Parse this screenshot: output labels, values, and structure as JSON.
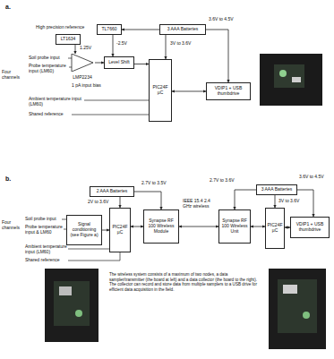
{
  "diagram": {
    "caption": "The wireless system consists of a maximum of two nodes, a data sampler/transmitter (the board at left) and a data collector (the board to the right). The collector can record and store data from multiple samplers to a USB drive for efficient data acquisition in the field.",
    "nodes": [
      {
        "text": [
          "LT1634"
        ]
      },
      {
        "text": [
          "TL7660"
        ]
      },
      {
        "text": [
          "3 AAA Batteries"
        ]
      },
      {
        "text": [
          "LMP2234"
        ]
      },
      {
        "text": [
          "Level Shift"
        ]
      },
      {
        "text": [
          "PIC24F µC"
        ]
      },
      {
        "text": [
          "VDIP1 + USB thumbdrive"
        ]
      },
      {
        "text": [
          "2 AAA Batteries"
        ]
      },
      {
        "text": [
          "Signal conditioning (see Figure a)"
        ]
      },
      {
        "text": [
          "PIC24F µC"
        ]
      },
      {
        "text": [
          "Synapse RF 100 Wireless Module"
        ]
      },
      {
        "text": [
          "Synapse RF 100 Wireless Unit"
        ]
      },
      {
        "text": [
          "3 AAA Batteries"
        ]
      },
      {
        "text": [
          "PIC24F µC"
        ]
      },
      {
        "text": [
          "VDIP1 + USB thumbdrive"
        ]
      }
    ],
    "edges": [
      {
        "from": 0,
        "to": 3,
        "label": "1.25V",
        "arrow": "to"
      },
      {
        "from": 1,
        "to": 4,
        "label": "-2.5V",
        "arrow": "to"
      },
      {
        "from": 2,
        "to": 1,
        "arrow": "to"
      },
      {
        "from": 2,
        "to": 5,
        "label": "3V to 3.6V",
        "arrow": "to"
      },
      {
        "from": 2,
        "to": 6,
        "label": "3.6V to 4.5V",
        "arrow": "to"
      },
      {
        "from": 3,
        "to": 4,
        "arrow": "to"
      },
      {
        "from": 4,
        "to": 5,
        "arrow": "to"
      },
      {
        "from": 5,
        "to": 6,
        "arrow": "both"
      },
      {
        "from": 7,
        "to": 9,
        "label": "2V to 3.6V",
        "arrow": "to"
      },
      {
        "from": 7,
        "to": 10,
        "label": "2.7V to 3.5V",
        "arrow": "to"
      },
      {
        "from": 8,
        "to": 9,
        "arrow": "to"
      },
      {
        "from": 9,
        "to": 10,
        "arrow": "both"
      },
      {
        "from": 10,
        "to": 11,
        "label": "IEEE 15.4 2.4 GHz wireless",
        "arrow": "both"
      },
      {
        "from": 12,
        "to": 11,
        "label": "2.7V to 3.6V",
        "arrow": "to"
      },
      {
        "from": 11,
        "to": 13,
        "arrow": "both"
      },
      {
        "from": 12,
        "to": 13,
        "label": "3V to 3.6V",
        "arrow": "to"
      },
      {
        "from": 13,
        "to": 14,
        "arrow": "both"
      },
      {
        "from": 12,
        "to": 14,
        "label": "3.6V to 4.5V",
        "arrow": "to"
      }
    ],
    "labels": [
      "a.",
      "High precision reference",
      "Four channels",
      "Soil probe input",
      "Probe temperature input (LM60)",
      "1 pA input bias",
      "Ambient temperature input (LM60)",
      "Shared reference",
      "b.",
      "Four channels",
      "Soil probe input",
      "Probe temperature input & LM60",
      "Ambient temperature input (LM60)",
      "Shared reference"
    ]
  }
}
